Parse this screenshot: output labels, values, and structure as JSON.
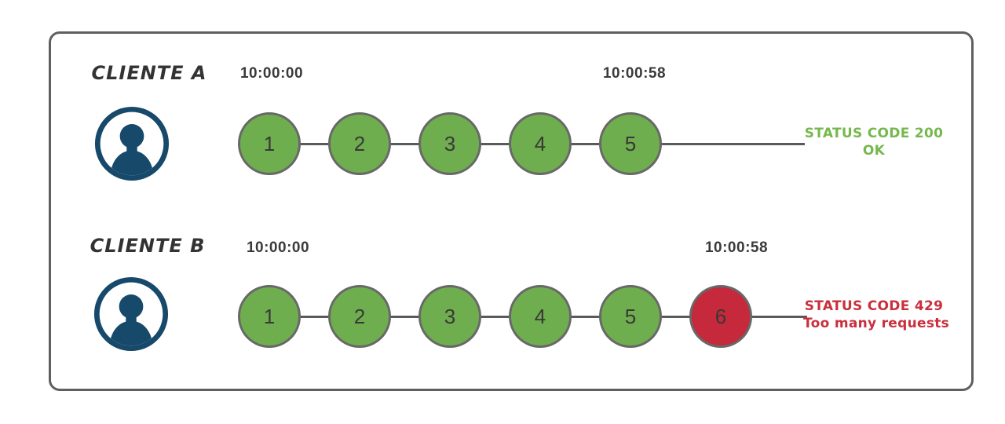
{
  "diagram": {
    "title_semantic": "rate-limiting-requests-diagram",
    "colors": {
      "ok_fill": "#6fae4e",
      "error_fill": "#c5293b",
      "ok_text": "#76b84e",
      "error_text": "#c9303c",
      "circle_border": "#686868",
      "line": "#5a5a5a",
      "box_border": "#5f5f5f",
      "avatar": "#17496b",
      "text_dark": "#3a3a3a"
    },
    "clients": [
      {
        "name": "CLIENTE A",
        "avatar_icon": "user-avatar-icon",
        "start_time": "10:00:00",
        "end_time": "10:00:58",
        "requests": [
          {
            "label": "1",
            "status": "ok"
          },
          {
            "label": "2",
            "status": "ok"
          },
          {
            "label": "3",
            "status": "ok"
          },
          {
            "label": "4",
            "status": "ok"
          },
          {
            "label": "5",
            "status": "ok"
          }
        ],
        "status": {
          "line1": "STATUS CODE 200",
          "line2": "OK",
          "type": "ok"
        }
      },
      {
        "name": "CLIENTE B",
        "avatar_icon": "user-avatar-icon",
        "start_time": "10:00:00",
        "end_time": "10:00:58",
        "requests": [
          {
            "label": "1",
            "status": "ok"
          },
          {
            "label": "2",
            "status": "ok"
          },
          {
            "label": "3",
            "status": "ok"
          },
          {
            "label": "4",
            "status": "ok"
          },
          {
            "label": "5",
            "status": "ok"
          },
          {
            "label": "6",
            "status": "error"
          }
        ],
        "status": {
          "line1": "STATUS CODE 429",
          "line2": "Too many requests",
          "type": "error"
        }
      }
    ]
  }
}
